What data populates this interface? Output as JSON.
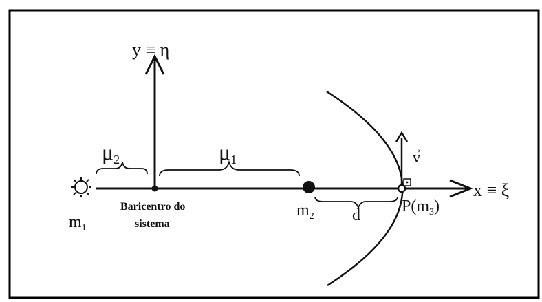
{
  "labels": {
    "y_axis": "y ≡ η",
    "x_axis": "x ≡ ξ",
    "mu2_base": "μ",
    "mu2_sub": "2",
    "mu1_base": "μ",
    "mu1_sub": "1",
    "m1_base": "m",
    "m1_sub": "1",
    "m2_base": "m",
    "m2_sub": "2",
    "barycenter_line1": "Baricentro do",
    "barycenter_line2": "sistema",
    "distance": "d",
    "p_prefix": "P(m",
    "p_sub": "3",
    "p_suffix": ")",
    "velocity": "v",
    "velocity_arrow": "→"
  },
  "colors": {
    "ink": "#111111",
    "border": "#000000",
    "background": "#ffffff"
  }
}
